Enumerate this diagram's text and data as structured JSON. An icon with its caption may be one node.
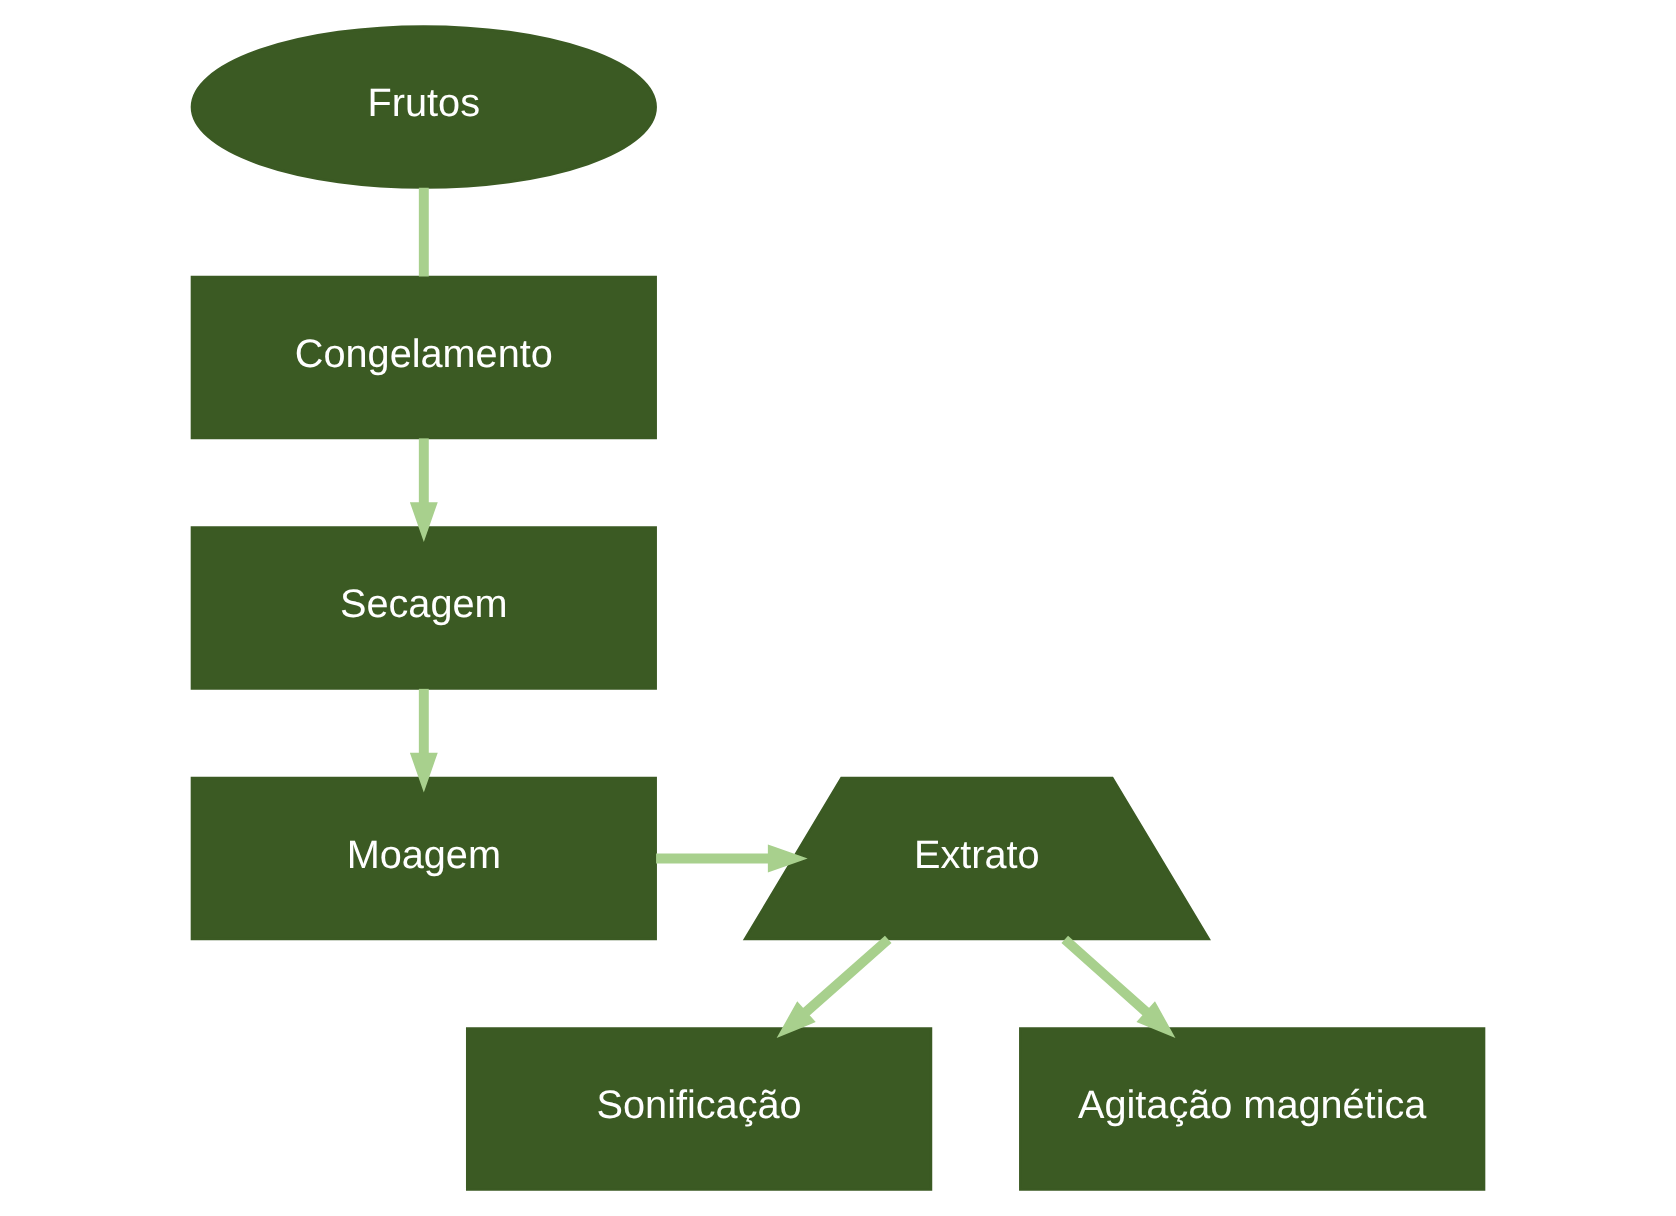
{
  "diagram": {
    "nodes": [
      {
        "text": [
          "Frutos"
        ]
      },
      {
        "text": [
          "Congelamento"
        ]
      },
      {
        "text": [
          "Secagem"
        ]
      },
      {
        "text": [
          "Moagem"
        ]
      },
      {
        "text": [
          "Extrato"
        ]
      },
      {
        "text": [
          "Sonificação"
        ]
      },
      {
        "text": [
          "Agitação magnética"
        ]
      }
    ],
    "edges": [
      {
        "from": 0,
        "to": 1,
        "arrow": "none"
      },
      {
        "from": 1,
        "to": 2,
        "arrow": "to"
      },
      {
        "from": 2,
        "to": 3,
        "arrow": "to"
      },
      {
        "from": 3,
        "to": 4,
        "arrow": "to"
      },
      {
        "from": 4,
        "to": 5,
        "arrow": "to"
      },
      {
        "from": 4,
        "to": 6,
        "arrow": "to"
      }
    ]
  }
}
